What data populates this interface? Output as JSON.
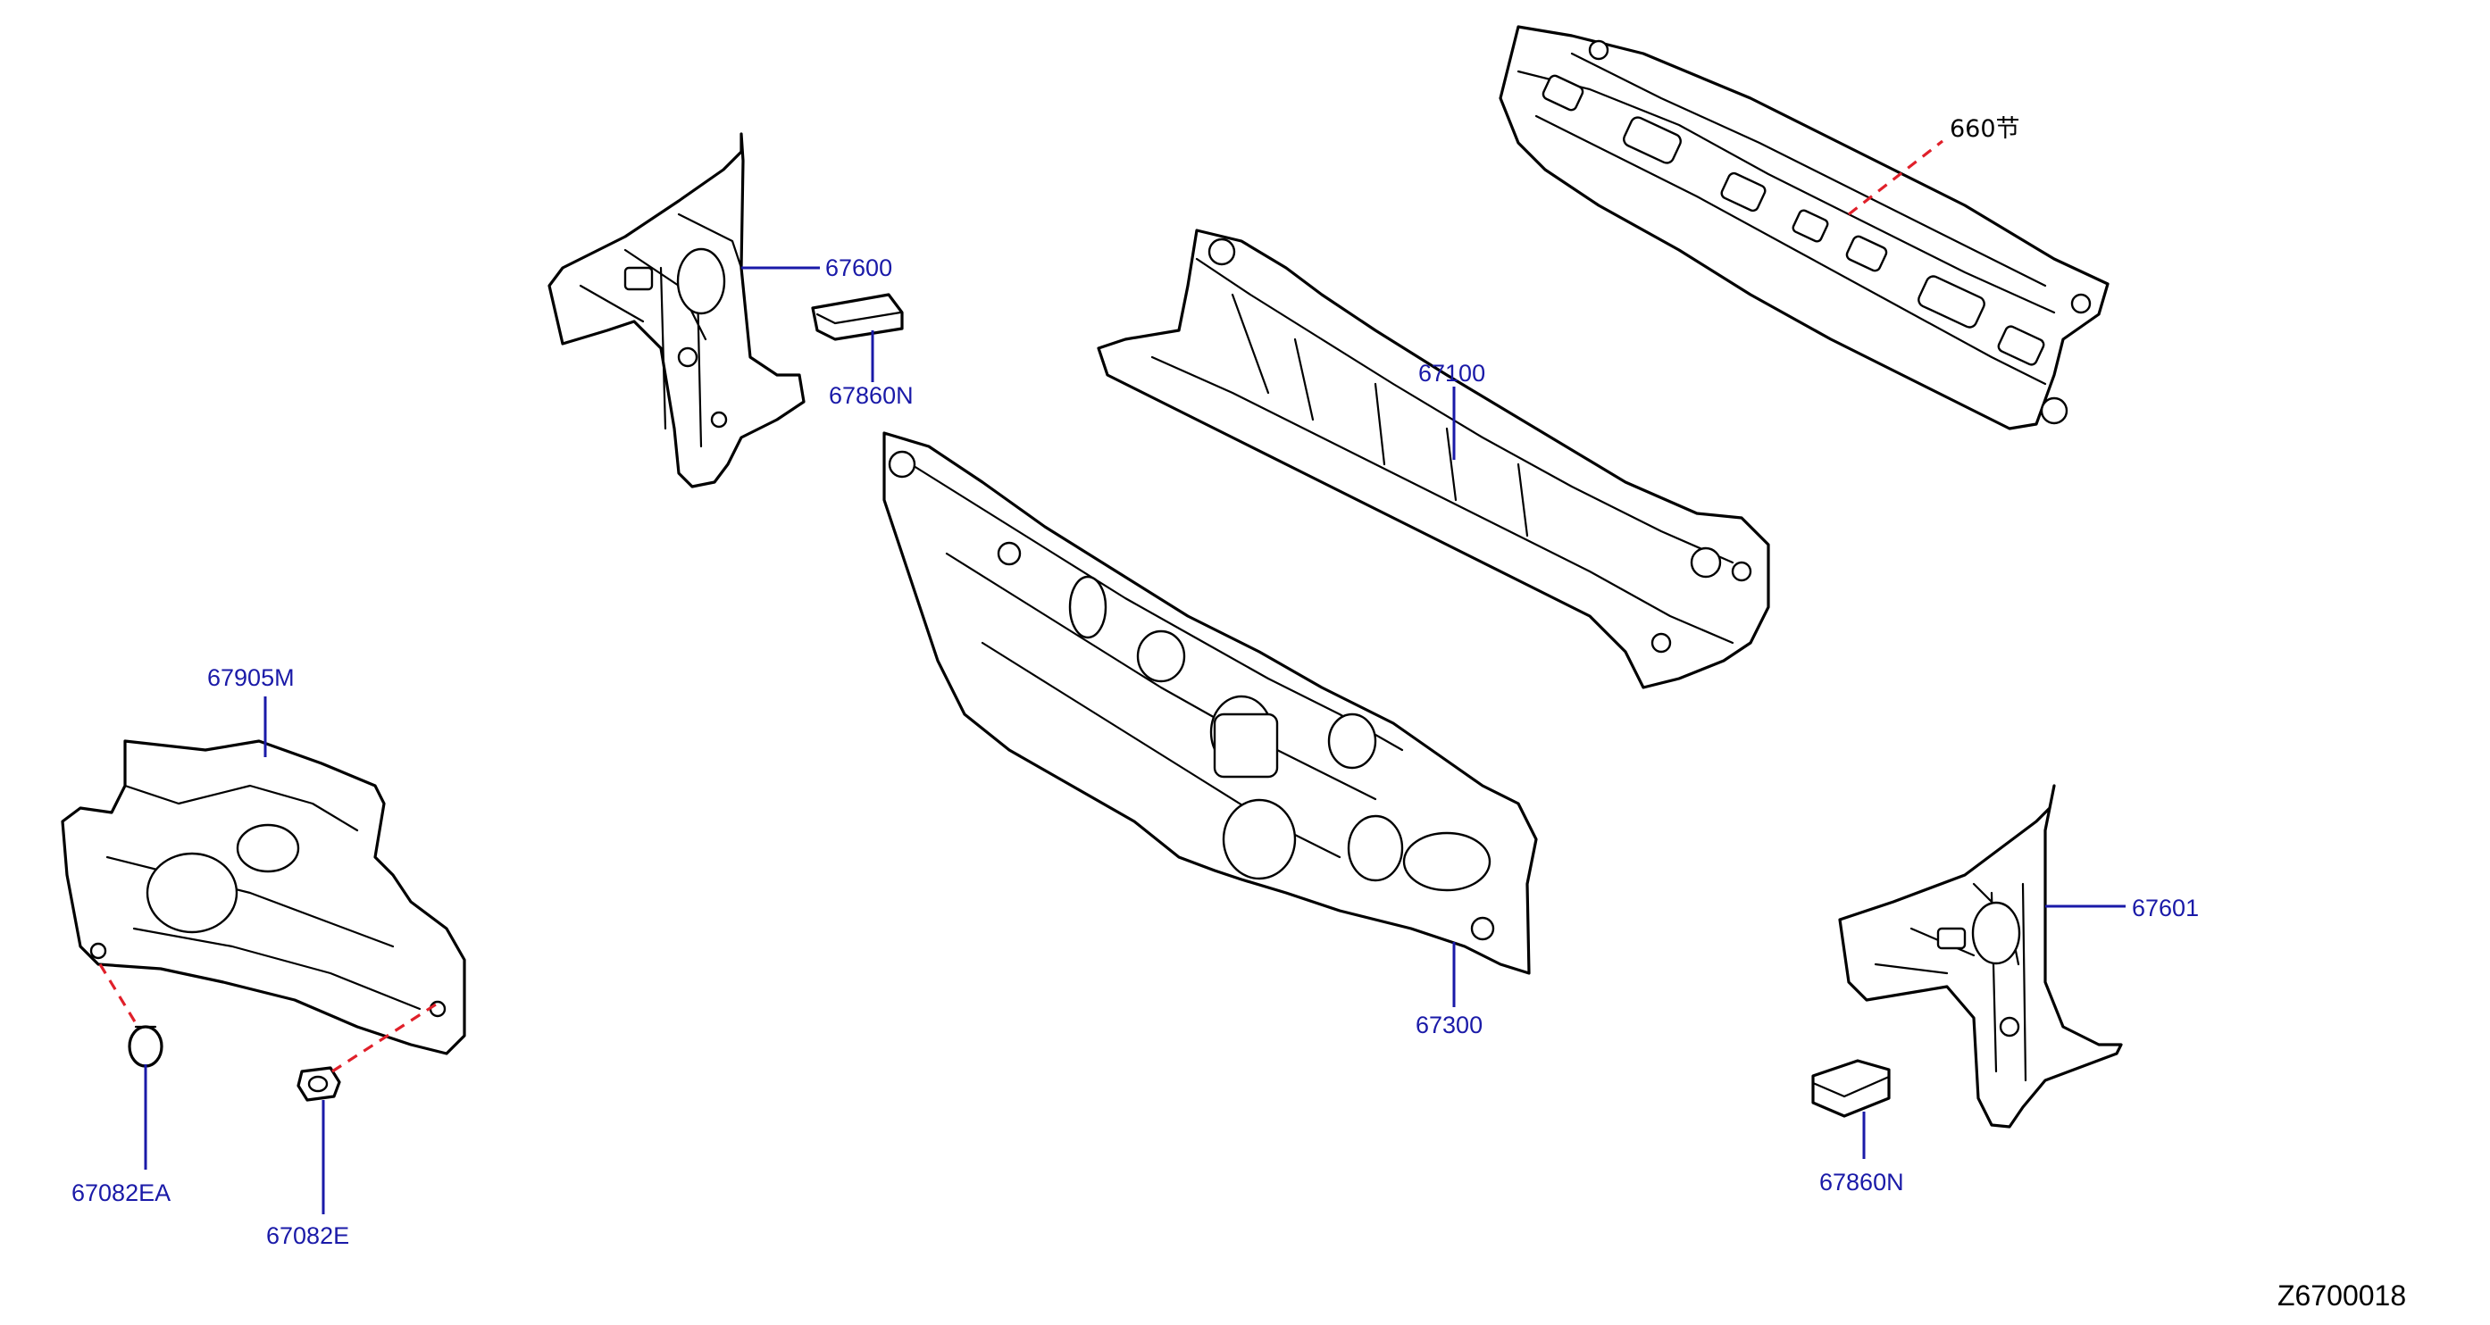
{
  "diagram": {
    "diagram_id": "Z6700018",
    "callouts": {
      "p660": "660节",
      "p67600": "67600",
      "p67860n_left": "67860N",
      "p67100": "67100",
      "p67905m": "67905M",
      "p67300": "67300",
      "p67601": "67601",
      "p67860n_right": "67860N",
      "p67082ea": "67082EA",
      "p67082e": "67082E"
    },
    "colors": {
      "callout_text": "#1a1aa8",
      "leader_line": "#1a1aa8",
      "reference_dash": "#e0202a",
      "part_outline": "#000000"
    }
  }
}
